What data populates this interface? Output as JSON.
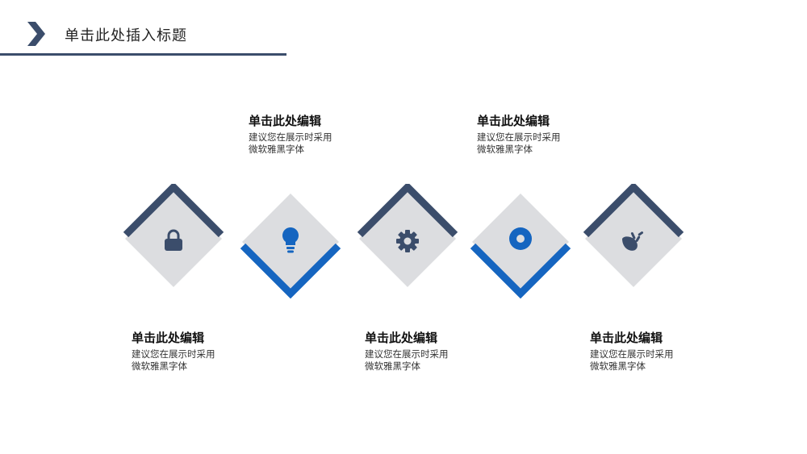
{
  "header": {
    "title": "单击此处插入标题"
  },
  "steps": [
    {
      "heading": "单击此处编辑",
      "text": "建议您在展示时采用微软雅黑字体",
      "icon": "lock-icon",
      "accent": "#3b4d6b",
      "accent_side": "top"
    },
    {
      "heading": "单击此处编辑",
      "text": "建议您在展示时采用微软雅黑字体",
      "icon": "lightbulb-icon",
      "accent": "#1565c0",
      "accent_side": "bottom"
    },
    {
      "heading": "单击此处编辑",
      "text": "建议您在展示时采用微软雅黑字体",
      "icon": "gear-icon",
      "accent": "#3b4d6b",
      "accent_side": "top"
    },
    {
      "heading": "单击此处编辑",
      "text": "建议您在展示时采用微软雅黑字体",
      "icon": "target-icon",
      "accent": "#1565c0",
      "accent_side": "bottom"
    },
    {
      "heading": "单击此处编辑",
      "text": "建议您在展示时采用微软雅黑字体",
      "icon": "seedling-icon",
      "accent": "#3b4d6b",
      "accent_side": "top"
    }
  ],
  "colors": {
    "diamond_fill": "#dcdde0",
    "icon_dark": "#3b4d6b",
    "icon_blue": "#1565c0"
  }
}
